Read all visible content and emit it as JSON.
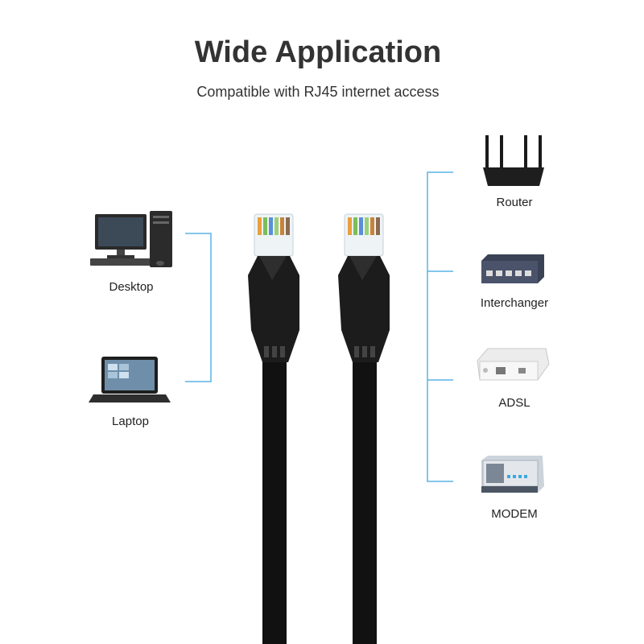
{
  "header": {
    "title": "Wide Application",
    "subtitle": "Compatible with RJ45 internet access"
  },
  "devices": {
    "left": [
      {
        "label": "Desktop",
        "icon": "desktop-icon"
      },
      {
        "label": "Laptop",
        "icon": "laptop-icon"
      }
    ],
    "right": [
      {
        "label": "Router",
        "icon": "router-icon"
      },
      {
        "label": "Interchanger",
        "icon": "switch-icon"
      },
      {
        "label": "ADSL",
        "icon": "adsl-icon"
      },
      {
        "label": "MODEM",
        "icon": "modem-icon"
      }
    ]
  },
  "product": {
    "icon": "rj45-cable-icon"
  },
  "colors": {
    "connector_line": "#5ab4e6",
    "cable": "#111111",
    "text": "#333333"
  }
}
